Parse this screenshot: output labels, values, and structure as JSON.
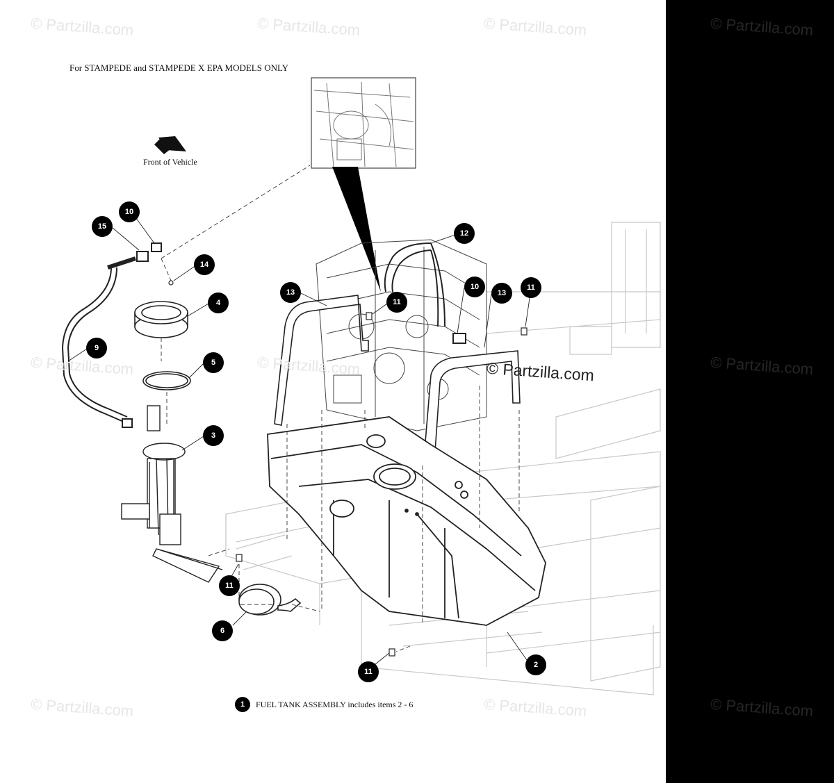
{
  "header": {
    "models_note": "For STAMPEDE and STAMPEDE X EPA MODELS ONLY"
  },
  "direction": {
    "label": "Front of Vehicle",
    "icon": "arrow-icon"
  },
  "footnote": {
    "number": "1",
    "text": "FUEL TANK ASSEMBLY includes items 2 - 6"
  },
  "watermark": "© Partzilla.com",
  "callouts": [
    "15",
    "10",
    "14",
    "4",
    "9",
    "5",
    "3",
    "13",
    "11",
    "12",
    "10",
    "13",
    "11",
    "11",
    "6",
    "11",
    "2"
  ],
  "colors": {
    "callout_fill": "#000000",
    "line_art": "#333333",
    "background": "#ffffff",
    "sidebar": "#000000"
  }
}
